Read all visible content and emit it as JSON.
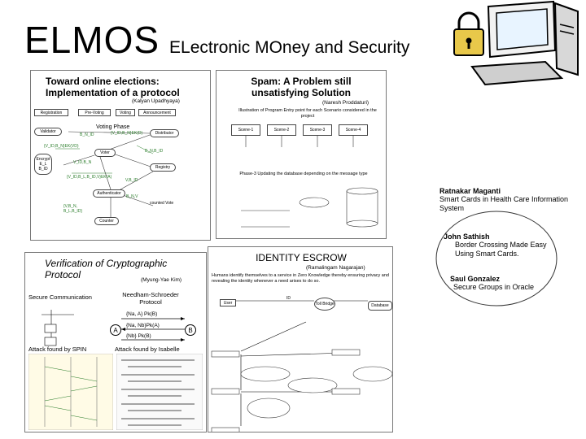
{
  "slide": {
    "title_main": "ELMOS",
    "title_sub": "ELectronic MOney and Security"
  },
  "panel_elections": {
    "title": "Toward online elections: Implementation of a protocol",
    "author": "(Kalyan Upadhyaya)",
    "phases": [
      "Registration",
      "Pre-Voting",
      "Voting",
      "Announcement"
    ],
    "voting_phase_label": "Voting Phase",
    "nodes": {
      "validator": "Validator",
      "distributor": "Distributor",
      "voter": "Voter",
      "registry": "Registry",
      "encrypt": "Encrypt E_L B_ID",
      "authenticator": "Authenticator",
      "counter": "Counter",
      "counted_vote": "counted Vote"
    }
  },
  "panel_spam": {
    "title": "Spam: A Problem still unsatisfying Solution",
    "author": "(Naresh Proddaturi)",
    "caption": "Illustration of Program Entry point for each Scenario considered in the project",
    "scenarios": [
      "Scene-1",
      "Scene-2",
      "Scene-3",
      "Scene-4"
    ],
    "caption2": "Phase-3 Updating the database depending on the message type"
  },
  "panel_crypto": {
    "title": "Verification of Cryptographic Protocol",
    "author": "(Myung-Yae Kim)",
    "secure_comm": "Secure Communication",
    "protocol_name": "Needham-Schroeder Protocol",
    "msg1": "{Na, A} Pk(B)",
    "msg2": "{Na, Nb}Pk(A)",
    "msg3": "{Nb} Pk(B)",
    "party_a": "A",
    "party_b": "B",
    "attack_spin": "Attack found by SPIN",
    "attack_isabelle": "Attack found by Isabelle"
  },
  "panel_escrow": {
    "title": "IDENTITY ESCROW",
    "author": "(Ramalingam Nagarajan)",
    "description": "Humans identify themselves to a service in Zero Knowledge thereby ensuring privacy and revealing the identity whenever a need arises to do so.",
    "nodes": {
      "user": "User",
      "toll_bridge": "Toll Bridge",
      "database": "Database",
      "id": "ID"
    }
  },
  "people": [
    {
      "name": "Ratnakar Maganti",
      "topic": "Smart Cards in Health Care Information System"
    },
    {
      "name": "John Sathish",
      "topic": "Border Crossing Made Easy Using Smart Cards."
    },
    {
      "name": "Saul Gonzalez",
      "topic": "Secure Groups in Oracle"
    }
  ],
  "colors": {
    "accent_green": "#2a7d2a",
    "ellipse_stroke": "#333333"
  },
  "icons": [
    "computer-lock-icon"
  ]
}
